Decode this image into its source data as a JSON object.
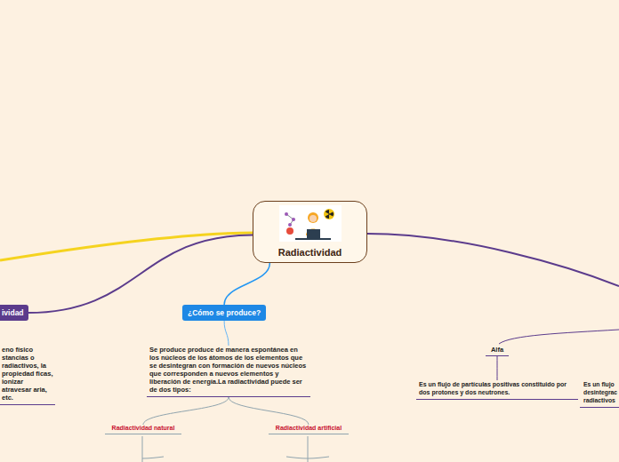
{
  "diagram": {
    "nodes": [
      {
        "text": [
          "Radiactividad"
        ]
      },
      {
        "text": [
          "ividad"
        ]
      },
      {
        "text": [
          "eno físico stancias o radiactivos, la propiedad ficas, ionizar atravesar aria, etc."
        ]
      },
      {
        "text": [
          "¿Cómo se produce?"
        ]
      },
      {
        "text": [
          "Se produce produce de manera espontánea en los núcleos de los átomos de los elementos que se desintegran con formación de nuevos núcleos que corresponden a nuevos elementos y liberación de energía.La radiactividad puede ser de dos tipos:"
        ]
      },
      {
        "text": [
          "Radiactividad natural"
        ]
      },
      {
        "text": [
          "Radiactividad artificial"
        ]
      },
      {
        "text": [
          "Alfa"
        ]
      },
      {
        "text": [
          "Es un flujo de partículas positivas constituido por dos protones y dos neutrones."
        ]
      },
      {
        "text": [
          "Es un flujo desintegrac radiactivos"
        ]
      }
    ],
    "edges": [
      {
        "from": 0,
        "to": 1,
        "arrow": "none"
      },
      {
        "from": 0,
        "to": 3,
        "arrow": "none"
      },
      {
        "from": 3,
        "to": 4,
        "arrow": "none"
      },
      {
        "from": 4,
        "to": 5,
        "arrow": "none"
      },
      {
        "from": 4,
        "to": 6,
        "arrow": "none"
      },
      {
        "from": 7,
        "to": 8,
        "arrow": "none"
      }
    ]
  }
}
